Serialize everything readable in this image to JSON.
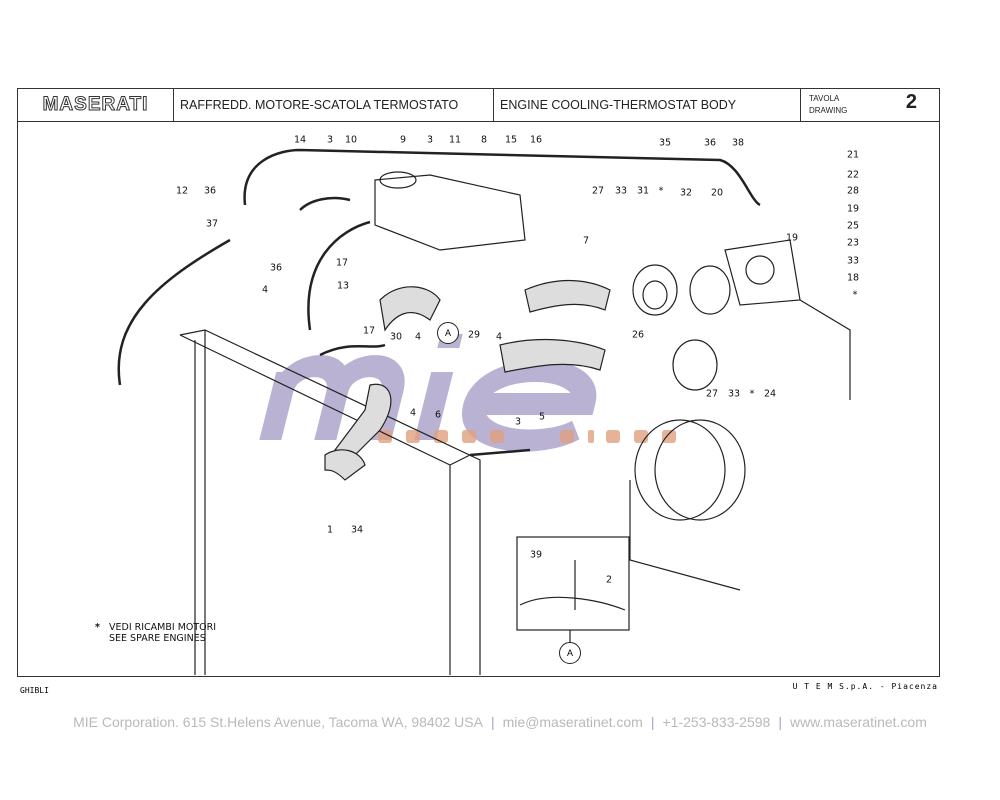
{
  "header": {
    "brand": "MASERATI",
    "title_it": "RAFFREDD. MOTORE-SCATOLA TERMOSTATO",
    "title_en": "ENGINE COOLING-THERMOSTAT BODY",
    "tavola_label": "TAVOLA",
    "drawing_label": "DRAWING",
    "drawing_number": "2"
  },
  "callouts": [
    "14",
    "3",
    "10",
    "9",
    "3",
    "11",
    "8",
    "15",
    "16",
    "35",
    "36",
    "38",
    "21",
    "22",
    "28",
    "19",
    "25",
    "23",
    "33",
    "18",
    "*",
    "19",
    "20",
    "32",
    "*",
    "31",
    "33",
    "27",
    "7",
    "12",
    "36",
    "37",
    "36",
    "4",
    "17",
    "13",
    "17",
    "30",
    "4",
    "29",
    "4",
    "26",
    "27",
    "33",
    "*",
    "24",
    "6",
    "4",
    "5",
    "3",
    "1",
    "34",
    "39",
    "2"
  ],
  "detail_markers": [
    "A",
    "A"
  ],
  "note": {
    "symbol": "*",
    "line1": "VEDI RICAMBI MOTORI",
    "line2": "SEE SPARE ENGINES"
  },
  "footer": {
    "model": "GHIBLI",
    "publisher": "U T E M  S.p.A. - Piacenza"
  },
  "watermark": {
    "brand": "mie",
    "sub": "CORPORATION"
  },
  "contact": {
    "address": "MIE Corporation. 615 St.Helens Avenue, Tacoma WA, 98402 USA",
    "email": "mie@maseratinet.com",
    "phone": "+1-253-833-2598",
    "web": "www.maseratinet.com"
  },
  "colors": {
    "watermark_purple": "#8a7fb5",
    "watermark_orange": "#e0a080",
    "contact_gray": "#b9b9b9"
  }
}
